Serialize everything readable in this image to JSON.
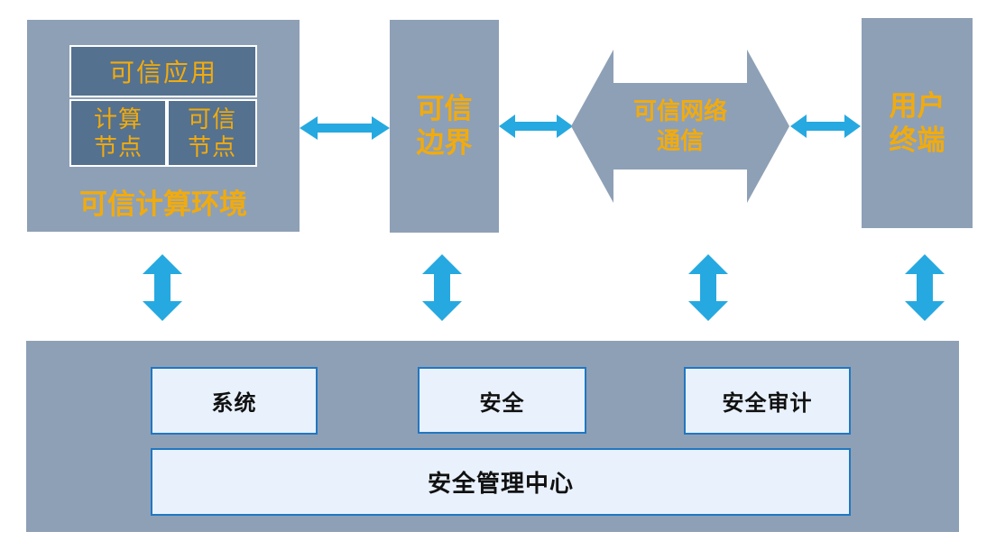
{
  "palette": {
    "panel_grey_blue": "#8EA0B6",
    "inner_dark_blue": "#54718F",
    "accent_orange": "#F2AB0D",
    "arrow_cyan": "#26A9E0",
    "light_box_fill": "#E9F1FC",
    "light_box_border": "#2077C2",
    "dark_text": "#111111",
    "inner_border_white": "#FFFFFF"
  },
  "top_row": {
    "computing_env": {
      "title": "可信计算环境",
      "trusted_app": "可信应用",
      "compute_node": "计算\n节点",
      "trusted_node": "可信\n节点"
    },
    "trusted_boundary": "可信\n边界",
    "trusted_network": "可信网络\n通信",
    "user_terminal": "用户\n终端"
  },
  "management_section": {
    "modules": [
      "系统",
      "安全",
      "安全审计"
    ],
    "center": "安全管理中心"
  }
}
